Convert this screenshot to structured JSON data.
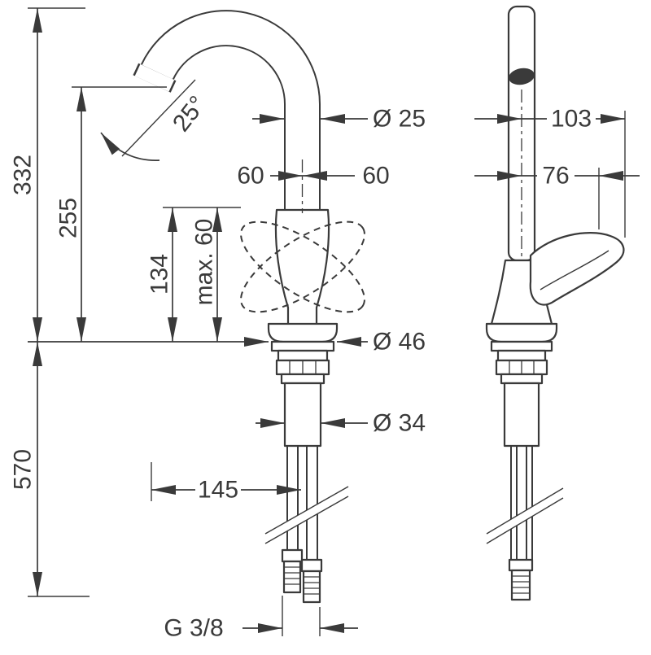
{
  "colors": {
    "ink": "#3a3a3a",
    "paper": "#ffffff"
  },
  "dims": {
    "overall_height": "332",
    "spout_height": "255",
    "body_height": "134",
    "max_clearance": "max. 60",
    "under_height": "570",
    "reach": "145",
    "spout_dia": "Ø 25",
    "offset_left": "60",
    "offset_right": "60",
    "base_dia": "Ø 46",
    "shank_dia": "Ø 34",
    "thread": "G 3/8",
    "spout_angle": "25°",
    "side_depth": "103",
    "side_offset": "76"
  }
}
